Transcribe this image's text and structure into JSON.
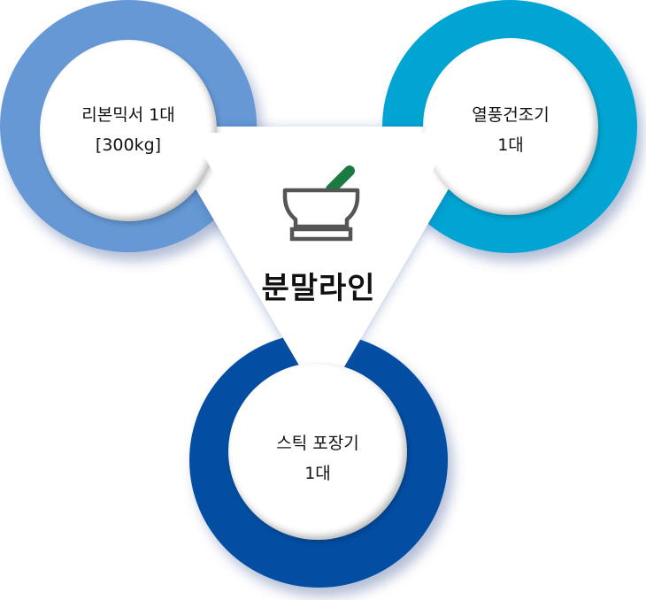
{
  "diagram": {
    "center": {
      "title": "분말라인",
      "icon": "mortar-pestle-icon"
    },
    "nodes": [
      {
        "id": "ribbon-mixer",
        "line1": "리본믹서 1대",
        "line2": "[300kg]",
        "color": "#6598d4"
      },
      {
        "id": "hot-air-dryer",
        "line1": "열풍건조기",
        "line2": "1대",
        "color": "#00a5d3"
      },
      {
        "id": "stick-packer",
        "line1": "스틱 포장기",
        "line2": "1대",
        "color": "#034ea2"
      }
    ],
    "colors": {
      "pestle": "#1b7a40",
      "mortar": "#555555",
      "triangle": "#ffffff"
    }
  }
}
